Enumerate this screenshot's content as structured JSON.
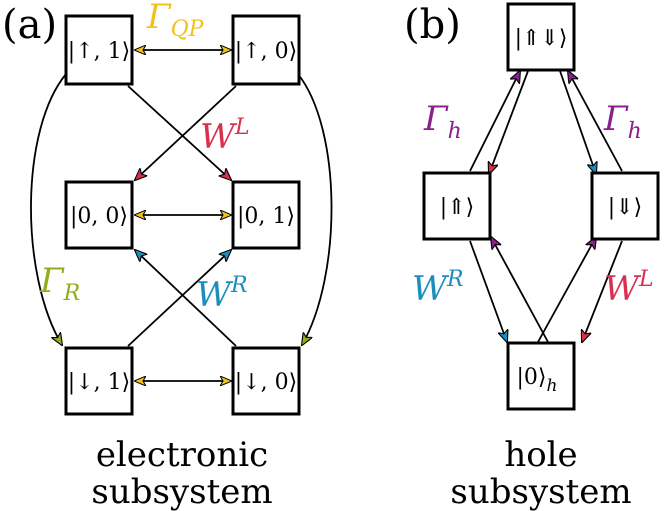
{
  "colors": {
    "gamma_qp": "#f2c11c",
    "w_left": "#d7314f",
    "w_right": "#1d8dbb",
    "gamma_r": "#8fae1b",
    "gamma_h": "#8a1f8e"
  },
  "electronic": {
    "panel_label": "(a)",
    "states": {
      "up_1": "|↑, 1⟩",
      "up_0": "|↑, 0⟩",
      "zero_0": "|0, 0⟩",
      "zero_1": "|0, 1⟩",
      "down_1": "|↓, 1⟩",
      "down_0": "|↓, 0⟩"
    },
    "rates": {
      "gamma_qp": {
        "base": "Γ",
        "sub": "QP"
      },
      "w_left": {
        "base": "W",
        "sup": "L"
      },
      "w_right": {
        "base": "W",
        "sup": "R"
      },
      "gamma_r": {
        "base": "Γ",
        "sub": "R"
      }
    },
    "caption": [
      "electronic",
      "subsystem"
    ]
  },
  "hole": {
    "panel_label": "(b)",
    "states": {
      "updown": "|⇑⇓⟩",
      "up": "|⇑⟩",
      "down": "|⇓⟩",
      "zero": "|0⟩",
      "zero_sub": "h"
    },
    "rates": {
      "gamma_h_left": {
        "base": "Γ",
        "sub": "h"
      },
      "gamma_h_right": {
        "base": "Γ",
        "sub": "h"
      },
      "w_right": {
        "base": "W",
        "sup": "R"
      },
      "w_left": {
        "base": "W",
        "sup": "L"
      }
    },
    "caption": [
      "hole",
      "subsystem"
    ]
  }
}
